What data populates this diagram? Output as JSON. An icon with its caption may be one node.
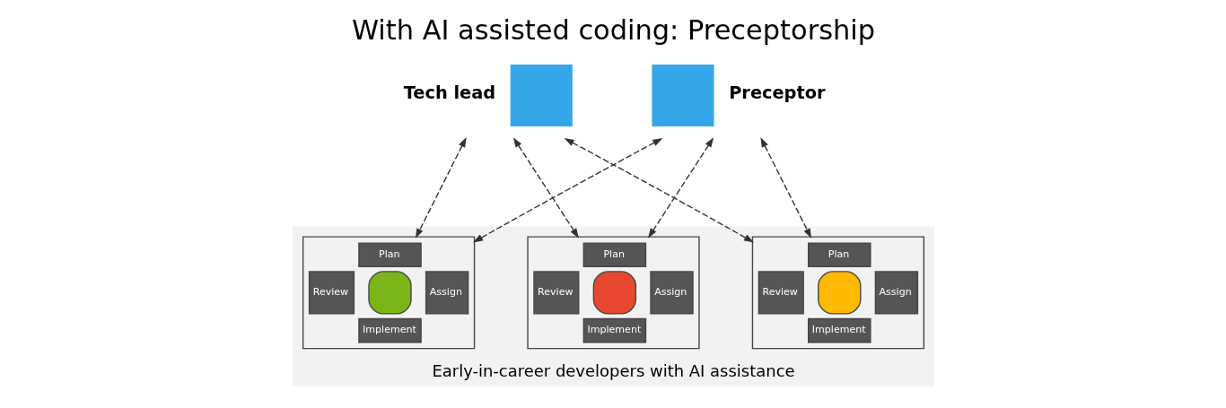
{
  "diagram": {
    "title": "With AI assisted coding: Preceptorship",
    "nodes": [
      {
        "text": [
          "Tech lead"
        ]
      },
      {
        "text": [
          "Preceptor"
        ]
      },
      {
        "text": [
          "Early-in-career developers with AI assistance"
        ]
      },
      {
        "text": [
          "Plan",
          "Review",
          "Assign",
          "Implement"
        ],
        "in": 2
      },
      {
        "text": [
          "Plan",
          "Review",
          "Assign",
          "Implement"
        ],
        "in": 2
      },
      {
        "text": [
          "Plan",
          "Review",
          "Assign",
          "Implement"
        ],
        "in": 2
      }
    ],
    "edges": [
      {
        "from": 0,
        "to": 3,
        "arrow": "both",
        "style": "dashed"
      },
      {
        "from": 0,
        "to": 4,
        "arrow": "both",
        "style": "dashed"
      },
      {
        "from": 0,
        "to": 5,
        "arrow": "both",
        "style": "dashed"
      },
      {
        "from": 1,
        "to": 3,
        "arrow": "both",
        "style": "dashed"
      },
      {
        "from": 1,
        "to": 4,
        "arrow": "both",
        "style": "dashed"
      },
      {
        "from": 1,
        "to": 5,
        "arrow": "both",
        "style": "dashed"
      }
    ]
  }
}
